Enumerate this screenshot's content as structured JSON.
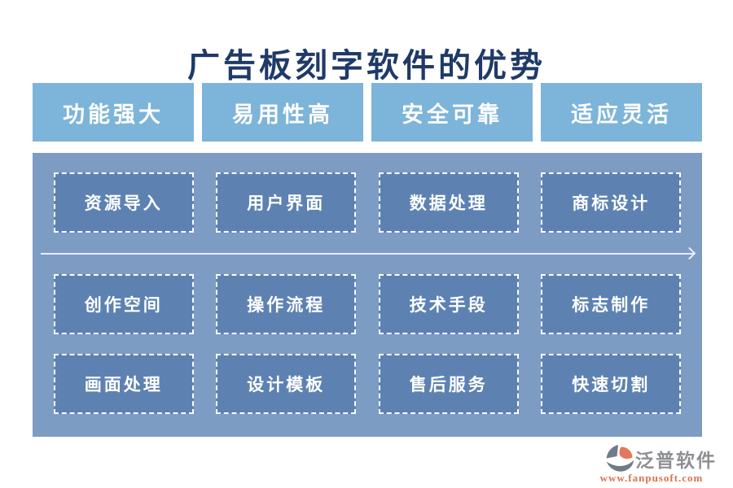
{
  "title": "广告板刻字软件的优势",
  "tabs": [
    "功能强大",
    "易用性高",
    "安全可靠",
    "适应灵活"
  ],
  "grid": {
    "rows": [
      [
        "资源导入",
        "用户界面",
        "数据处理",
        "商标设计"
      ],
      [
        "创作空间",
        "操作流程",
        "技术手段",
        "标志制作"
      ],
      [
        "画面处理",
        "设计模板",
        "售后服务",
        "快速切割"
      ]
    ]
  },
  "footer": {
    "brand": "泛普软件",
    "url": "www.fanpusoft.com"
  },
  "icons": {
    "arrow": "right-arrow-icon",
    "logo": "fanpu-logo-icon"
  },
  "colors": {
    "title_navy": "#1f3a68",
    "tab_blue": "#7db4d9",
    "panel_blue": "#7d9cc4",
    "box_blue": "#5d82b2",
    "arrow_white": "#e9edf6",
    "brand_gray": "#8e9093",
    "url_orange": "#d9734f"
  }
}
